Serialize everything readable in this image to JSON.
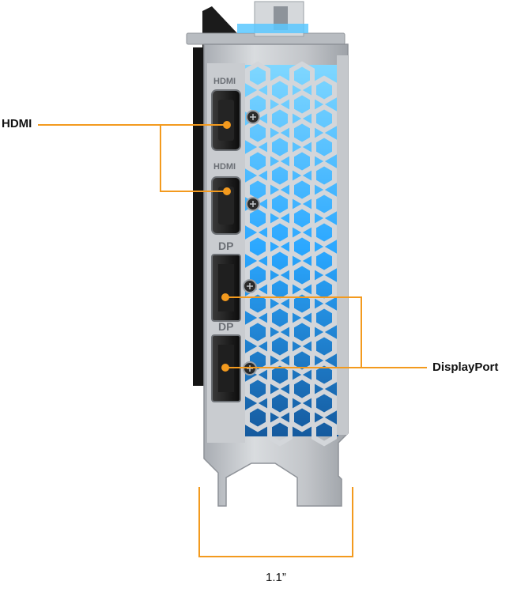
{
  "callouts": {
    "hdmi": "HDMI",
    "displayport": "DisplayPort",
    "width": "1.1”"
  },
  "port_markings": {
    "hdmi_top": "HDMI",
    "hdmi_bottom": "HDMI",
    "dp_top": "DP",
    "dp_bottom": "DP"
  },
  "colors": {
    "callout_line": "#f39a1e",
    "bracket_metal": "#c9ccd0",
    "fan_glow": "#37b8ff",
    "pcb_black": "#141414"
  }
}
